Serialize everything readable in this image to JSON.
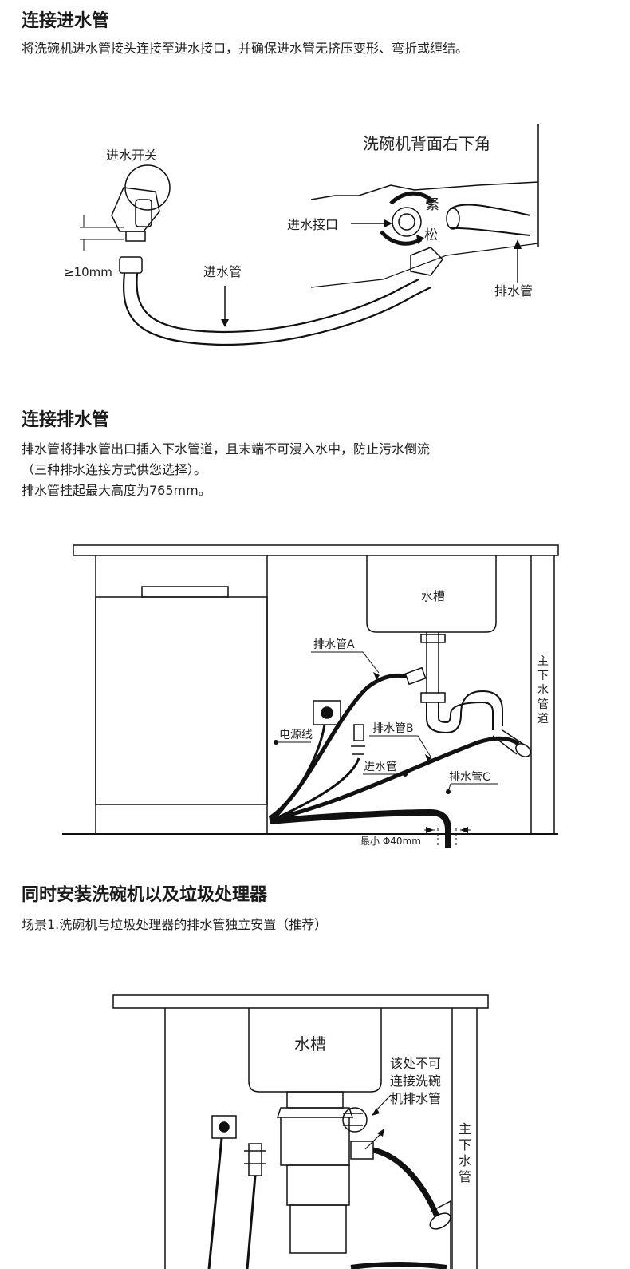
{
  "section1": {
    "title": "连接进水管",
    "desc": "将洗碗机进水管接头连接至进水接口，并确保进水管无挤压变形、弯折或缠结。",
    "diagram": {
      "corner_label": "洗碗机背面右下角",
      "valve_label": "进水开关",
      "gap_label": "≥10mm",
      "inlet_hose_label": "进水管",
      "inlet_port_label": "进水接口",
      "tighten_label": "紧",
      "loosen_label": "松",
      "drain_hose_label": "排水管"
    }
  },
  "section2": {
    "title": "连接排水管",
    "desc_lines": [
      "排水管将排水管出口插入下水管道，且末端不可浸入水中，防止污水倒流",
      "（三种排水连接方式供您选择）。",
      "排水管挂起最大高度为765mm。"
    ],
    "diagram": {
      "sink_label": "水槽",
      "main_pipe_chars": [
        "主",
        "下",
        "水",
        "管",
        "道"
      ],
      "drain_a_label": "排水管A",
      "drain_b_label": "排水管B",
      "drain_c_label": "排水管C",
      "power_label": "电源线",
      "inlet_label": "进水管",
      "min_dia_label": "最小 Φ40mm"
    }
  },
  "section3": {
    "title": "同时安装洗碗机以及垃圾处理器",
    "scene": "场景1.洗碗机与垃圾处理器的排水管独立安置（推荐）",
    "diagram": {
      "sink_label": "水槽",
      "warning_lines": [
        "该处不可",
        "连接洗碗",
        "机排水管"
      ],
      "main_pipe_chars": [
        "主",
        "下",
        "水",
        "管"
      ]
    }
  }
}
